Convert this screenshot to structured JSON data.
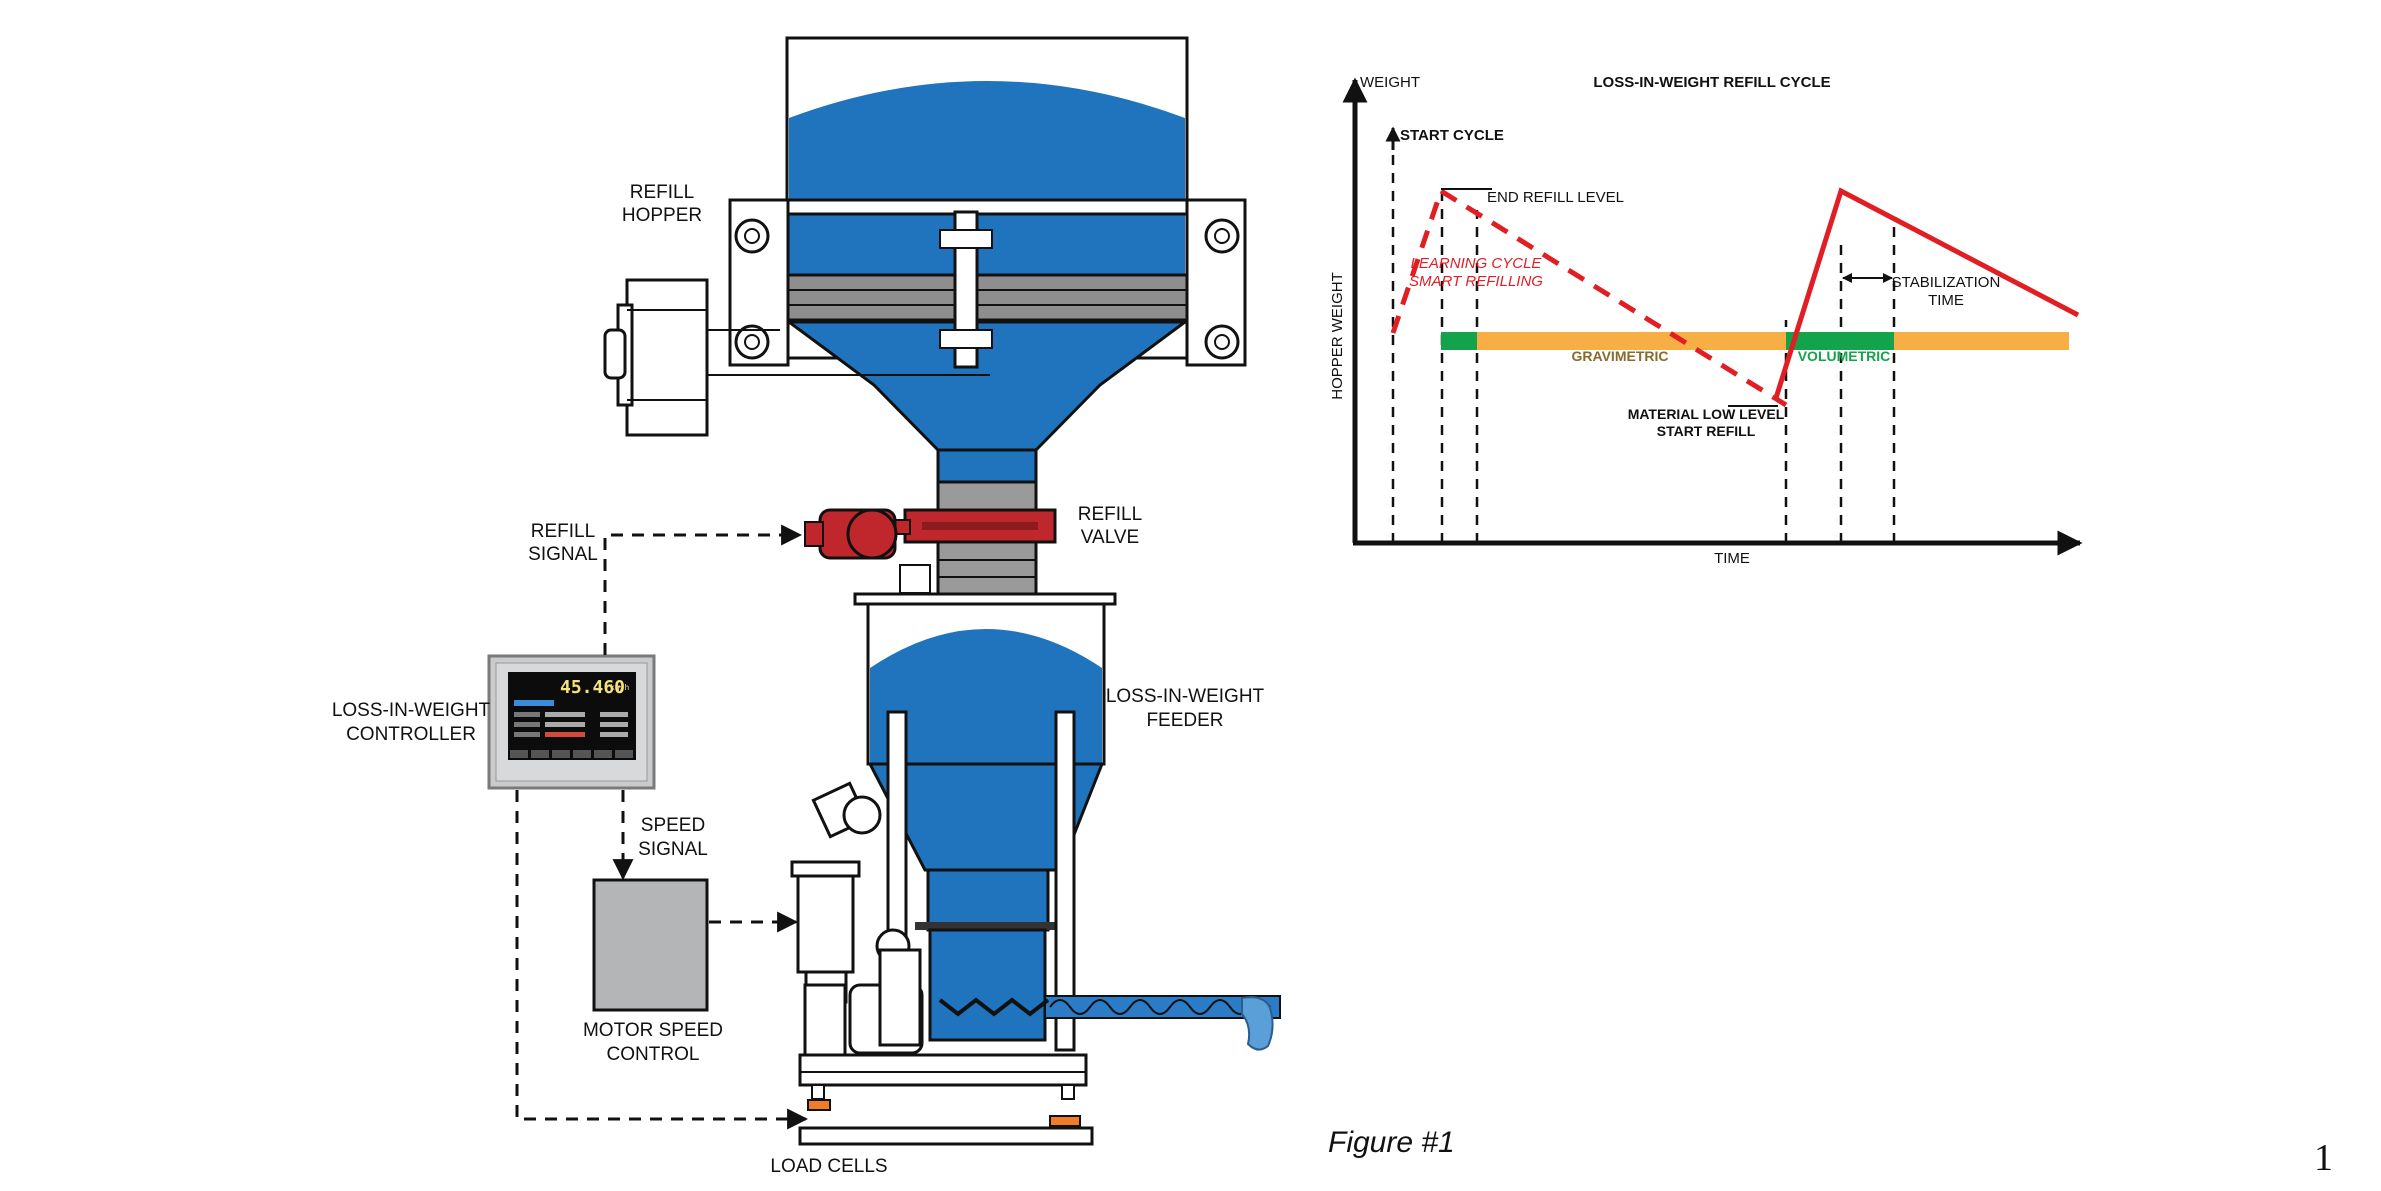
{
  "diagram": {
    "labels": {
      "refill_hopper": [
        "REFILL",
        "HOPPER"
      ],
      "refill_signal": [
        "REFILL",
        "SIGNAL"
      ],
      "refill_valve": [
        "REFILL",
        "VALVE"
      ],
      "liw_controller": [
        "LOSS-IN-WEIGHT",
        "CONTROLLER"
      ],
      "liw_feeder": [
        "LOSS-IN-WEIGHT",
        "FEEDER"
      ],
      "speed_signal": [
        "SPEED",
        "SIGNAL"
      ],
      "motor_speed_control": [
        "MOTOR SPEED",
        "CONTROL"
      ],
      "load_cells": "LOAD CELLS"
    },
    "controller_screen": {
      "readout": "45.460",
      "unit": "kg/h"
    },
    "figure_caption": "Figure #1",
    "page_number": "1",
    "colors": {
      "hopper_blue": "#1f74bd",
      "valve_red": "#c0272d",
      "grav_orange": "#f7ae45",
      "vol_green": "#12a34b",
      "red_line": "#e11e24",
      "steel_gray": "#9a9a9a"
    }
  },
  "chart_data": {
    "type": "line",
    "title": "LOSS-IN-WEIGHT REFILL CYCLE",
    "xlabel": "TIME",
    "ylabel": "HOPPER WEIGHT",
    "y_axis_top_label": "WEIGHT",
    "annotations": {
      "start_cycle": "START CYCLE",
      "end_refill_level": "END REFILL LEVEL",
      "learning_cycle": [
        "LEARNING CYCLE",
        "SMART REFILLING"
      ],
      "stabilization_time": [
        "STABILIZATION",
        "TIME"
      ],
      "material_low_level": [
        "MATERIAL LOW LEVEL",
        "START REFILL"
      ],
      "gravimetric": "GRAVIMETRIC",
      "volumetric": "VOLUMETRIC"
    },
    "grid": false,
    "legend": "none"
  }
}
